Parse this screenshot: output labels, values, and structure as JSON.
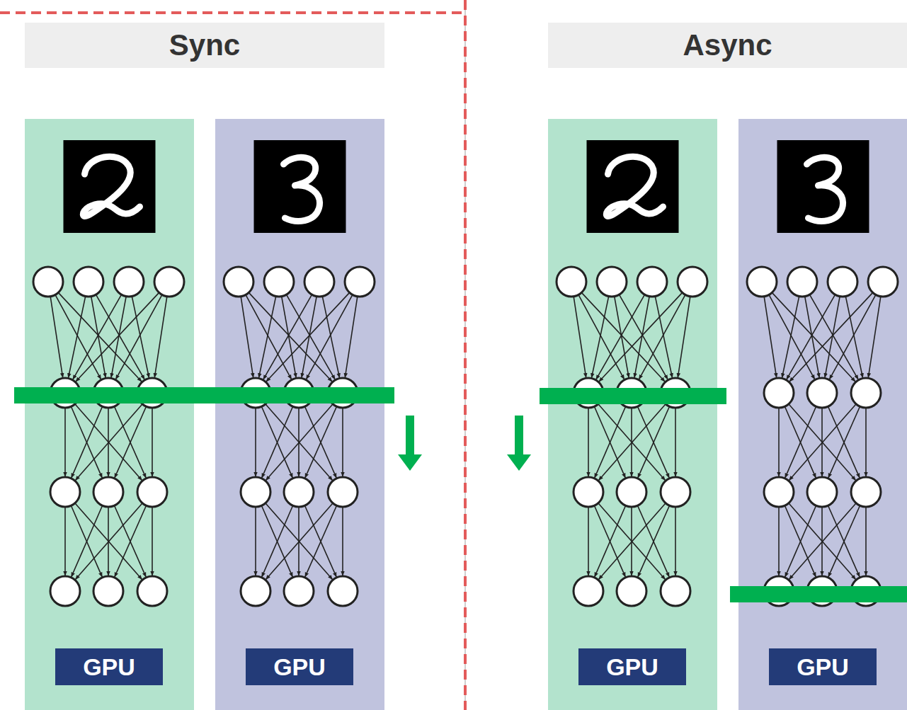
{
  "diagram": {
    "nodes": [
      {
        "text": [
          "Sync"
        ]
      },
      {
        "text": [
          "Async"
        ]
      },
      {
        "text": [
          "GPU"
        ]
      },
      {
        "text": [
          "GPU"
        ]
      },
      {
        "text": [
          "GPU"
        ]
      },
      {
        "text": [
          "GPU"
        ]
      }
    ]
  }
}
